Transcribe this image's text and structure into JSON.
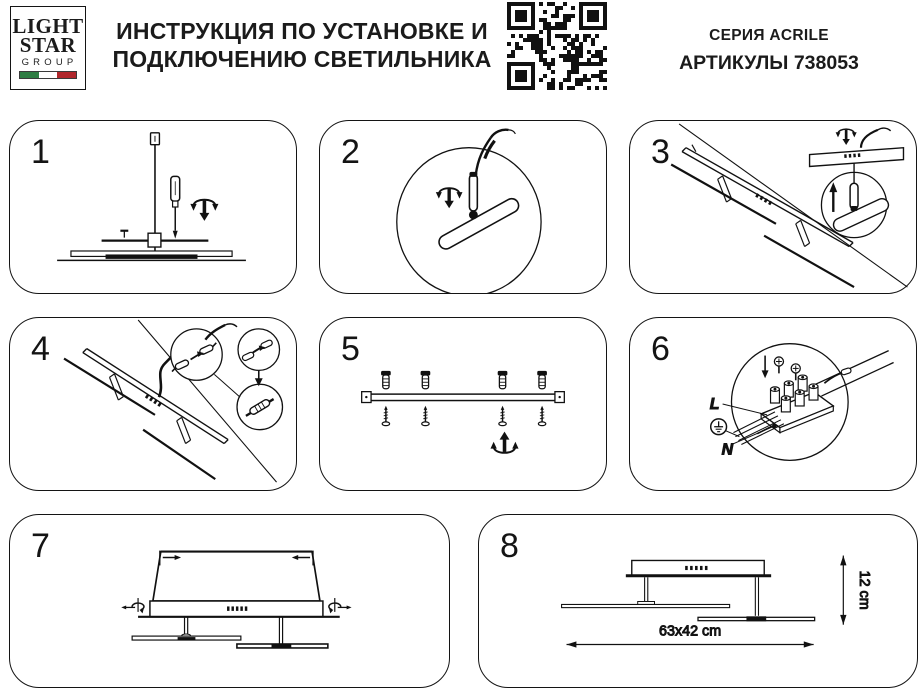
{
  "header": {
    "logo": {
      "line1": "LIGHT",
      "line2": "STAR",
      "line3": "GROUP"
    },
    "title_line1": "ИНСТРУКЦИЯ ПО УСТАНОВКЕ И",
    "title_line2": "ПОДКЛЮЧЕНИЮ СВЕТИЛЬНИКА",
    "series": "СЕРИЯ ACRILE",
    "article": "АРТИКУЛЫ 738053"
  },
  "steps": [
    {
      "num": "1"
    },
    {
      "num": "2"
    },
    {
      "num": "3"
    },
    {
      "num": "4"
    },
    {
      "num": "5"
    },
    {
      "num": "6"
    },
    {
      "num": "7"
    },
    {
      "num": "8"
    }
  ],
  "panel6": {
    "label_l": "L",
    "label_n": "N"
  },
  "panel8": {
    "dim_w": "63x42 cm",
    "dim_h": "12 cm"
  },
  "colors": {
    "ink": "#141414",
    "flag_green": "#2e7d43",
    "flag_white": "#ffffff",
    "flag_red": "#b0272c"
  }
}
